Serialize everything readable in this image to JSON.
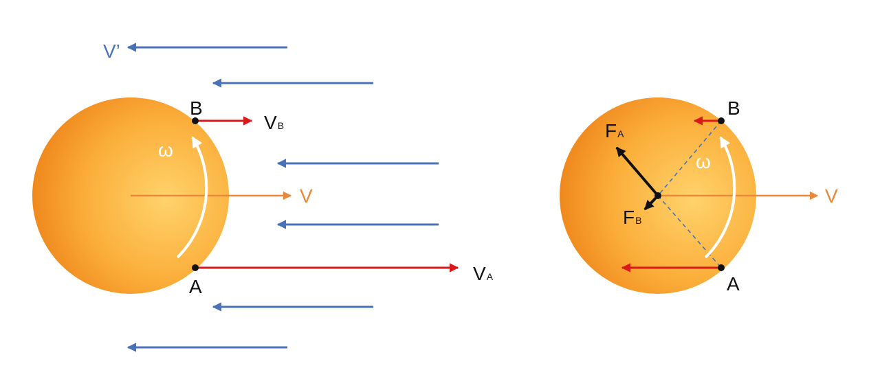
{
  "colors": {
    "flow": "#4a72b8",
    "contact_velocity": "#d91a1a",
    "ball_velocity": "#e8883a",
    "force": "#111111",
    "spin": "#ffffff",
    "ball_light": "#ffd36b",
    "ball_mid": "#fbae3a",
    "ball_dark": "#ec7f16"
  },
  "left_figure": {
    "airflow_label": "V’",
    "point_b": "B",
    "point_a": "A",
    "vb_main": "V",
    "vb_sub": "B",
    "va_main": "V",
    "va_sub": "A",
    "omega": "ω",
    "v_label": "V"
  },
  "right_figure": {
    "point_b": "B",
    "point_a": "A",
    "fa_main": "F",
    "fa_sub": "A",
    "fb_main": "F",
    "fb_sub": "B",
    "omega": "ω",
    "v_label": "V"
  }
}
